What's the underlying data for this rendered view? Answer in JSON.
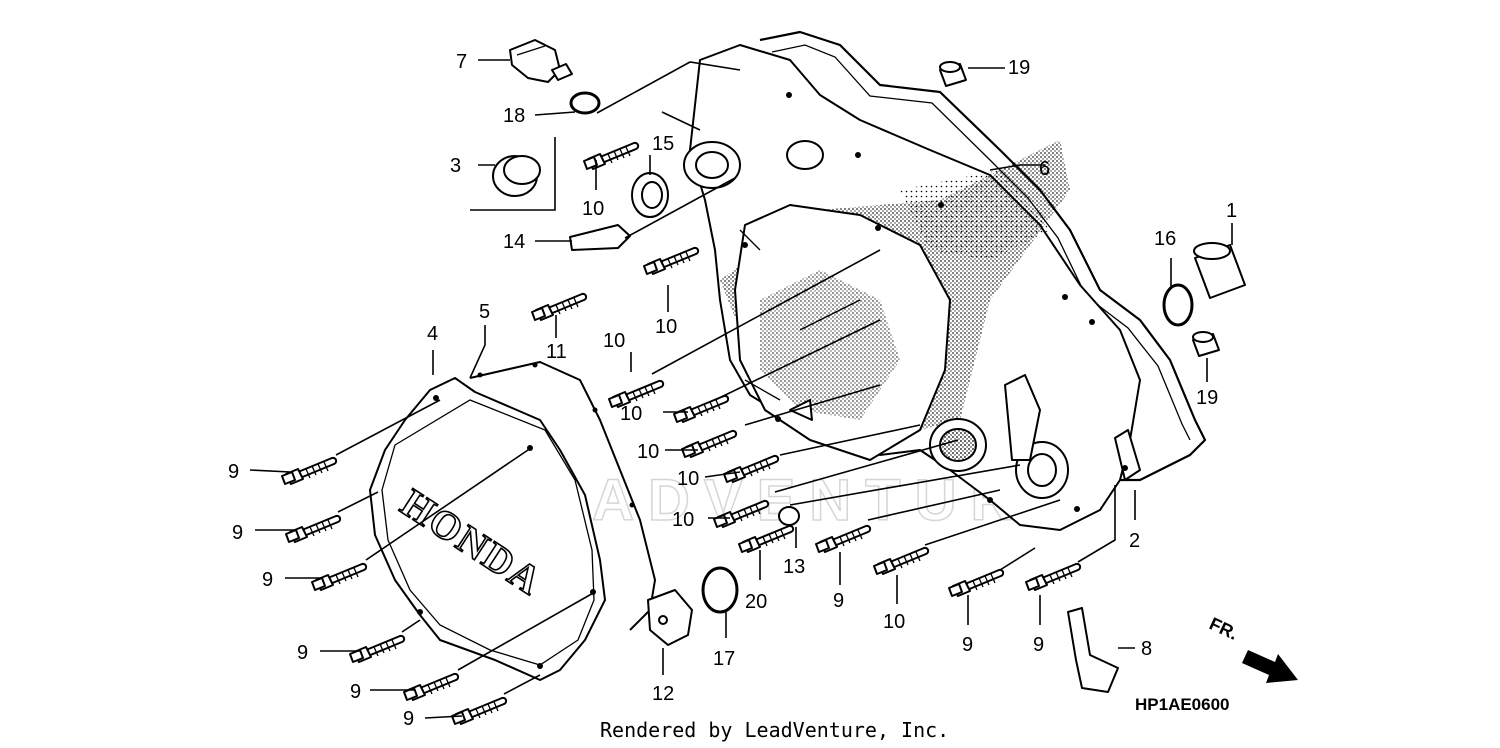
{
  "diagram": {
    "watermark": "LEADVENTURE",
    "cover_brand": "HONDA",
    "drawing_code": "HP1AE0600",
    "credit": "Rendered by LeadVenture, Inc.",
    "front_arrow_label": "FR.",
    "callouts": {
      "c7": "7",
      "c18": "18",
      "c3": "3",
      "c10a": "10",
      "c15": "15",
      "c14": "14",
      "c11": "11",
      "c10b": "10",
      "c19a": "19",
      "c6": "6",
      "c16": "16",
      "c1": "1",
      "c19b": "19",
      "c4": "4",
      "c5": "5",
      "c10c": "10",
      "c10d": "10",
      "c10e": "10",
      "c10f": "10",
      "c10g": "10",
      "c9a": "9",
      "c9b": "9",
      "c9c": "9",
      "c9d": "9",
      "c9e": "9",
      "c9f": "9",
      "c13": "13",
      "c20": "20",
      "c9g": "9",
      "c10h": "10",
      "c9h": "9",
      "c9i": "9",
      "c2": "2",
      "c8": "8",
      "c17": "17",
      "c12": "12"
    }
  }
}
